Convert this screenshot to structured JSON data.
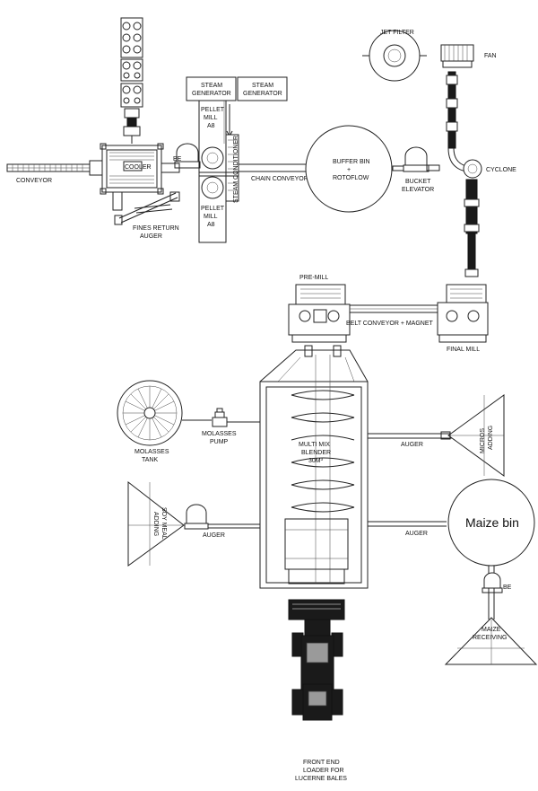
{
  "labels": {
    "jet_filter": "JET FILTER",
    "fan": "FAN",
    "steam_generator_1a": "STEAM",
    "steam_generator_1b": "GENERATOR",
    "steam_generator_2a": "STEAM",
    "steam_generator_2b": "GENERATOR",
    "pellet_mill_top_a": "PELLET",
    "pellet_mill_top_b": "MILL",
    "pellet_mill_top_c": "A8",
    "pellet_mill_bottom_a": "PELLET",
    "pellet_mill_bottom_b": "MILL",
    "pellet_mill_bottom_c": "A8",
    "steam_conditioner": "STEAM CONDITIONER",
    "cooler": "COOLER",
    "be_top": "BE",
    "conveyor": "CONVEYOR",
    "chain_conveyor": "CHAIN CONVEYOR",
    "buffer_bin_a": "BUFFER BIN",
    "buffer_bin_b": "+",
    "buffer_bin_c": "ROTOFLOW",
    "bucket_elevator_a": "BUCKET",
    "bucket_elevator_b": "ELEVATOR",
    "cyclone": "CYCLONE",
    "fines_return_a": "FINES RETURN",
    "fines_return_b": "AUGER",
    "pre_mill": "PRE-MILL",
    "belt_conveyor": "BELT CONVEYOR + MAGNET",
    "final_mill": "FINAL MILL",
    "molasses_tank_a": "MOLASSES",
    "molasses_tank_b": "TANK",
    "molasses_pump_a": "MOLASSES",
    "molasses_pump_b": "PUMP",
    "blender_a": "MULTI MIX",
    "blender_b": "BLENDER",
    "blender_c": "30M³",
    "auger_micros": "AUGER",
    "micros_a": "MICROS",
    "micros_b": "ADDING",
    "soy_a": "SOY MEAL",
    "soy_b": "ADDING",
    "auger_soy": "AUGER",
    "auger_maize": "AUGER",
    "maize_bin": "Maize bin",
    "be_bottom": "BE",
    "maize_receiving_a": "MAIZE",
    "maize_receiving_b": "RECEIVING",
    "front_end_a": "FRONT END",
    "front_end_b": "LOADER FOR",
    "front_end_c": "LUCERNE BALES"
  }
}
